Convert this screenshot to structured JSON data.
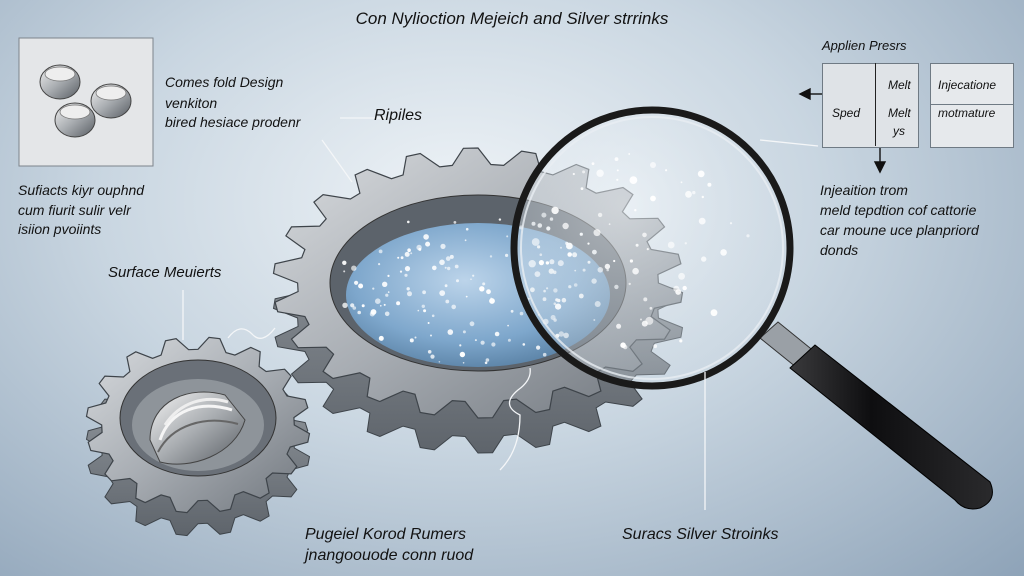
{
  "title": "Con Nylioction Mejeich and Silver strrinks",
  "top_left": {
    "heading": "Comes fold Design",
    "lines": [
      "venkiton",
      "bired hesiace prodenr"
    ]
  },
  "ripples_label": "Ripiles",
  "left_note": [
    "Sufiacts kiyr ouphnd",
    "cum fiurit sulir velr",
    "isiion pvoiints"
  ],
  "surface_label": "Surface Meuierts",
  "bottom_left_label": [
    "Pugeiel Korod Rumers",
    "jnangoouode conn ruod"
  ],
  "bottom_right_label": "Suracs Silver Stroinks",
  "process_box": {
    "header": "Applien Presrs",
    "left": "Sped",
    "middle_rows": [
      "Melt",
      "Melt",
      "ys"
    ],
    "right_rows": [
      "Injecatione",
      "motmature"
    ]
  },
  "right_note": [
    "Injeaition trom",
    "meld tepdtion cof cattorie",
    "car moune uce planpriord",
    "donds"
  ],
  "colors": {
    "metal_light": "#c4c8cc",
    "metal_dark": "#6a7078",
    "fluid": "#7ea7cc",
    "handle": "#1c1c1e"
  }
}
